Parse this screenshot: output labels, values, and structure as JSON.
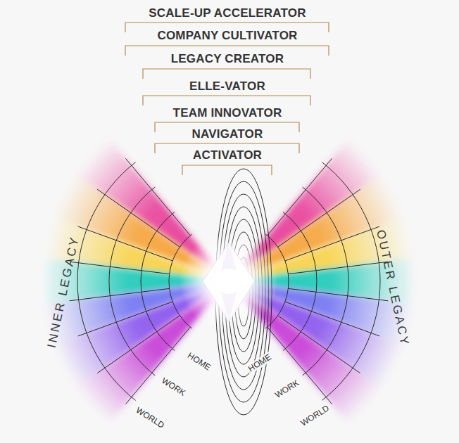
{
  "diagram": {
    "labels": [
      "SCALE-UP ACCELERATOR",
      "COMPANY CULTIVATOR",
      "LEGACY CREATOR",
      "ELLE-VATOR",
      "TEAM INNOVATOR",
      "NAVIGATOR",
      "ACTIVATOR",
      "INNER LEGACY",
      "OUTER LEGACY",
      "HOME",
      "WORK",
      "WORLD",
      "HOME",
      "WORK",
      "WORLD"
    ]
  }
}
